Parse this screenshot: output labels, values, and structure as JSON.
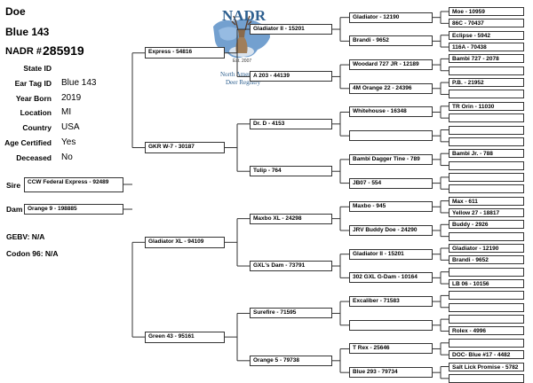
{
  "header": {
    "sex": "Doe",
    "name": "Blue 143",
    "nadr_label": "NADR #",
    "nadr_number": "285919"
  },
  "fields": [
    {
      "label": "State ID",
      "value": ""
    },
    {
      "label": "Ear Tag ID",
      "value": "Blue 143"
    },
    {
      "label": "Year Born",
      "value": "2019"
    },
    {
      "label": "Location",
      "value": "MI"
    },
    {
      "label": "Country",
      "value": "USA"
    },
    {
      "label": "Age Certified",
      "value": "Yes"
    },
    {
      "label": "Deceased",
      "value": "No"
    }
  ],
  "sire_label": "Sire",
  "dam_label": "Dam",
  "gebv": "GEBV: N/A",
  "codon": "Codon 96: N/A",
  "logo": {
    "title": "NADR",
    "est": "Est. 2007",
    "line1": "North American",
    "line2": "Deer Registry"
  },
  "pedigree": {
    "sire": "CCW Federal Express - 92489",
    "dam": "Orange 9 - 198885",
    "gen2": [
      "Express - 54816",
      "GKR W-7 - 30187",
      "Gladiator XL - 94109",
      "Green 43 - 95161"
    ],
    "gen3": [
      "Gladiator II - 15201",
      "A 203 - 44139",
      "Dr. D - 4153",
      "Tulip - 764",
      "Maxbo XL - 24298",
      "GXL's Dam - 73791",
      "Surefire - 71595",
      "Orange 5 - 79738"
    ],
    "gen4": [
      "Gladiator - 12190",
      "Brandi - 9652",
      "Woodard 727 JR - 12189",
      "4M Orange 22 - 24396",
      "Whitehouse - 16348",
      "",
      "Bambi Dagger Tine - 789",
      "JB07 - 554",
      "Maxbo - 945",
      "JRV Buddy Doe - 24290",
      "Gladiator II - 15201",
      "302 GXL G-Dam - 10164",
      "Excaliber - 71583",
      "",
      "T Rex - 25646",
      "Blue 293 - 79734"
    ],
    "gen5": [
      "Moe - 10959",
      "86C - 70437",
      "Eclipse - 5942",
      "116A - 70438",
      "Bambi 727 - 2078",
      "",
      "P.B. - 21952",
      "",
      "TR Orin - 11030",
      "",
      "",
      "",
      "Bambi Jr. - 788",
      "",
      "",
      "",
      "Max - 611",
      "Yellow 27 - 18817",
      "Buddy - 2926",
      "",
      "Gladiator - 12190",
      "Brandi - 9652",
      "",
      "LB 06 - 10156",
      "",
      "",
      "",
      "Rolex - 4996",
      "",
      "DOC- Blue #17 - 4482",
      "Salt Lick Promise - 5782",
      ""
    ]
  }
}
